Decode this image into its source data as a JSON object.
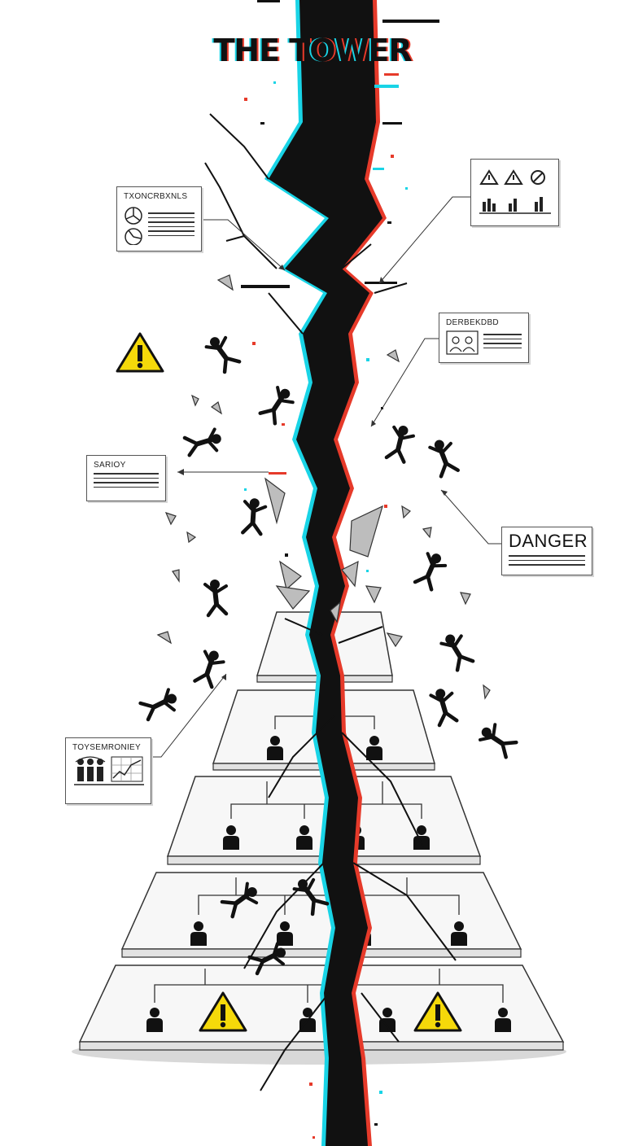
{
  "title": "THE TOWER",
  "callouts": {
    "top_left": "TXONCRBXNLS",
    "right_mid": "DERBEKDBD",
    "left_mid": "SARIOY",
    "danger": "DANGER",
    "bottom_left": "TOYSEMRONIEY"
  },
  "icons": [
    "warning-icon",
    "chart-icon",
    "person-icon",
    "pie-chart-icon"
  ],
  "colors": {
    "crack": "#111111",
    "glitch_cyan": "#19d4e6",
    "glitch_red": "#e63a2a",
    "warning_yellow": "#f5d90a",
    "tier_fill": "#f7f7f7",
    "shard_fill": "#bdbdbd"
  }
}
